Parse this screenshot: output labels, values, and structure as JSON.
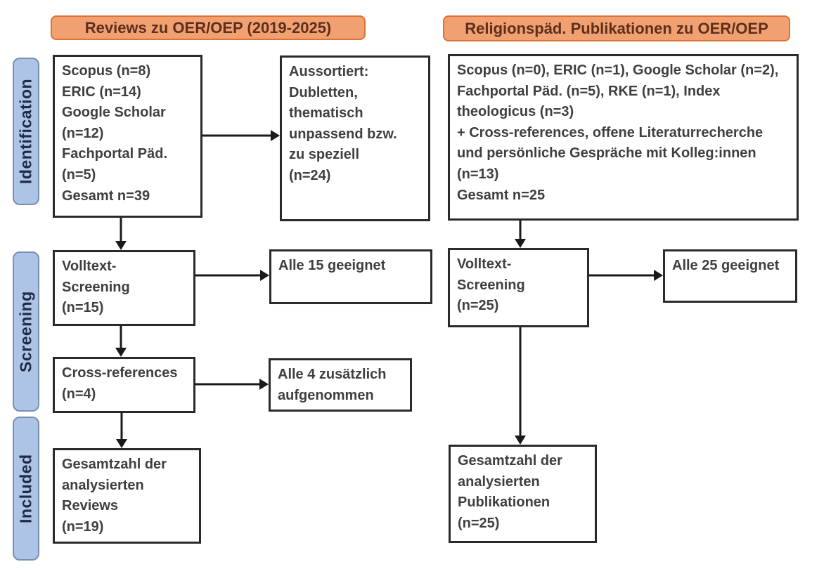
{
  "diagram": {
    "columns": {
      "reviews": {
        "header": "Reviews zu OER/OEP (2019-2025)"
      },
      "religionspaed": {
        "header": "Religionspäd. Publikationen zu OER/OEP"
      }
    },
    "stages": {
      "identification": "Identification",
      "screening": "Screening",
      "included": "Included"
    },
    "boxes": {
      "reviews_sources": "Scopus (n=8)\nERIC (n=14)\nGoogle Scholar\n(n=12)\nFachportal Päd.\n(n=5)\nGesamt n=39",
      "reviews_excluded": "Aussortiert:\nDubletten,\nthematisch\nunpassend bzw.\nzu speziell\n(n=24)",
      "reviews_fulltext": "Volltext-\nScreening\n(n=15)",
      "reviews_eligible": "Alle 15 geeignet",
      "reviews_crossref": "Cross-references\n(n=4)",
      "reviews_crossref_added": "Alle 4 zusätzlich\naufgenommen",
      "reviews_total": "Gesamtzahl der\nanalysierten\nReviews\n(n=19)",
      "relpaed_sources": "Scopus (n=0), ERIC (n=1), Google Scholar (n=2),\nFachportal Päd. (n=5), RKE (n=1), Index\ntheologicus (n=3)\n+ Cross-references, offene Literaturrecherche\nund persönliche Gespräche mit Kolleg:innen\n(n=13)\nGesamt n=25",
      "relpaed_fulltext": "Volltext-\nScreening\n(n=25)",
      "relpaed_eligible": "Alle 25 geeignet",
      "relpaed_total": "Gesamtzahl der\nanalysierten\nPublikationen\n(n=25)"
    },
    "colors": {
      "header_fill": "#F1A171",
      "header_border": "#DB7336",
      "header_text": "#5D2F1C",
      "stage_fill": "#AEC4E6",
      "stage_border": "#7B8FB3",
      "stage_text": "#1E2A47",
      "box_border": "#2A2A2A",
      "box_text": "#3F3F3F",
      "arrow": "#1A1A1A",
      "background": "#FFFFFF"
    }
  }
}
